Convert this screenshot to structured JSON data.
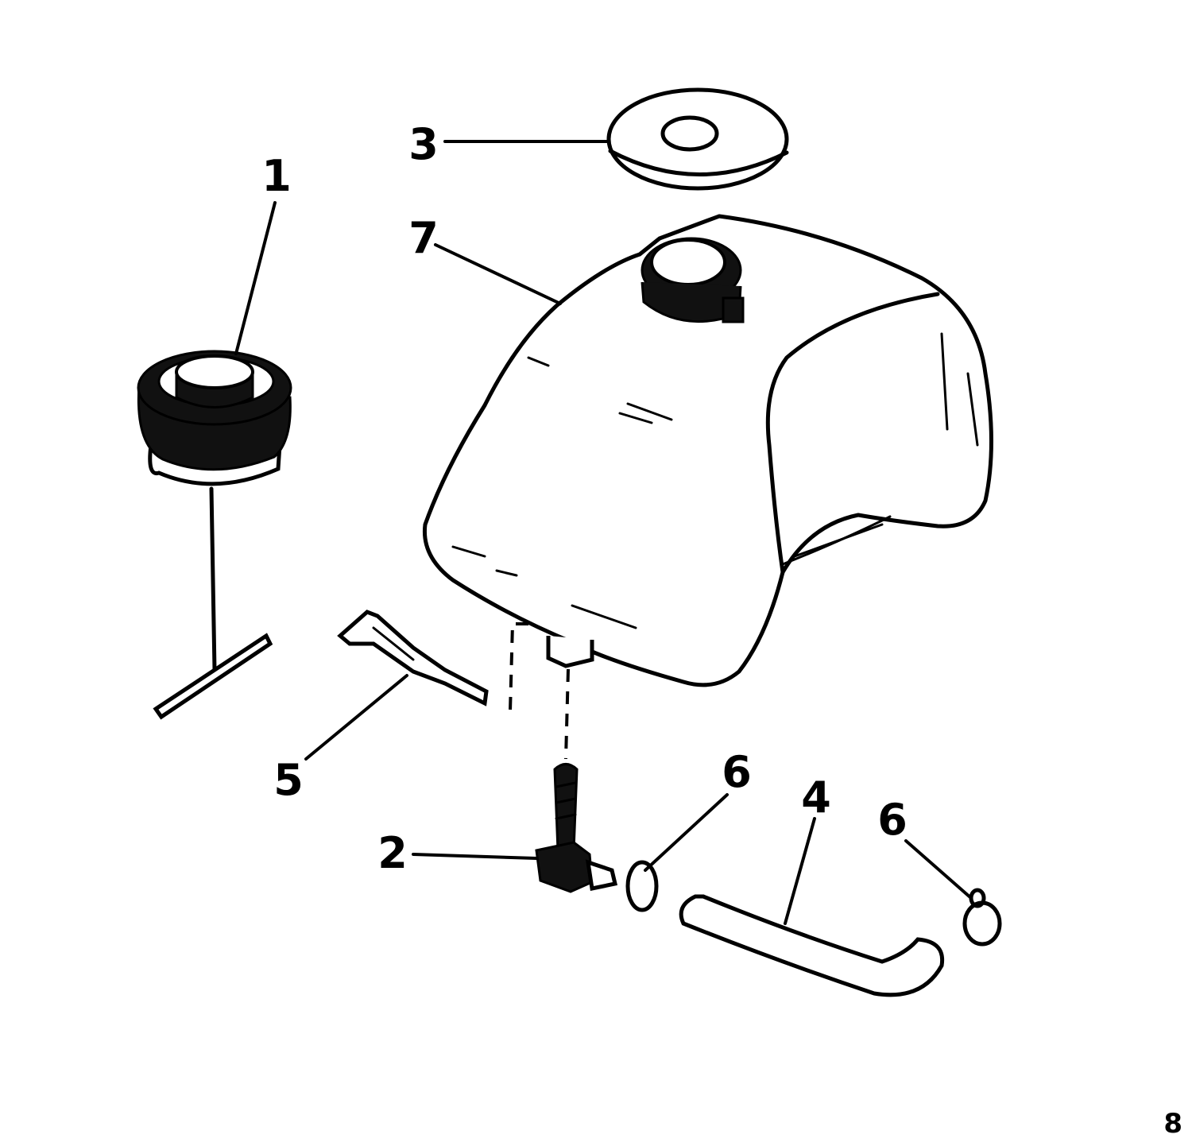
{
  "diagram": {
    "callouts": [
      {
        "id": "1",
        "label": "1"
      },
      {
        "id": "2",
        "label": "2"
      },
      {
        "id": "3",
        "label": "3"
      },
      {
        "id": "4",
        "label": "4"
      },
      {
        "id": "5",
        "label": "5"
      },
      {
        "id": "6a",
        "label": "6"
      },
      {
        "id": "6b",
        "label": "6"
      },
      {
        "id": "7",
        "label": "7"
      }
    ],
    "page_number": "8",
    "colors": {
      "ink": "#000000",
      "paper": "#ffffff"
    }
  }
}
